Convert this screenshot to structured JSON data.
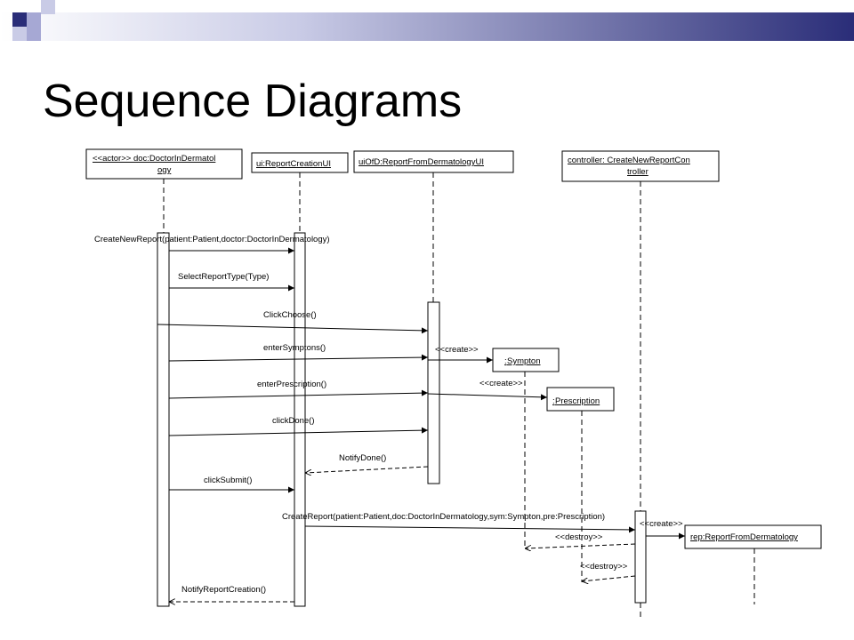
{
  "slide": {
    "title": "Sequence Diagrams",
    "accent_color": "#2a2d78"
  },
  "lifelines": {
    "doctor": {
      "line1": "<<actor>> doc:DoctorInDermatol",
      "line2": "ogy"
    },
    "ui": {
      "label": "ui:ReportCreationUI"
    },
    "uiofd": {
      "label": "uiOfD:ReportFromDermatologyUI"
    },
    "controller": {
      "line1": "controller: CreateNewReportCon",
      "line2": "troller"
    }
  },
  "objects": {
    "sympton": "Sympton",
    "prescription": "Prescription",
    "report": "rep:ReportFromDermatology"
  },
  "messages": {
    "create_new_report": "CreateNewReport(patient:Patient,doctor:DoctorInDermatology)",
    "select_report_type": "SelectReportType(Type)",
    "click_choose": "ClickChoose()",
    "enter_symptons": "enterSymptons()",
    "create_sympton": "<<create>>",
    "enter_prescription": "enterPrescription()",
    "create_prescription": "<<create>>",
    "click_done": "clickDone()",
    "notify_done": "NotifyDone()",
    "click_submit": "clickSubmit()",
    "create_report": "CreateReport(patient:Patient,doc:DoctorInDermatology,sym:Sympton,pre:Prescription)",
    "create_rep": "<<create>>",
    "destroy_sympton": "<<destroy>>",
    "destroy_prescription": "<<destroy>>",
    "notify_report_creation": "NotifyReportCreation()"
  }
}
